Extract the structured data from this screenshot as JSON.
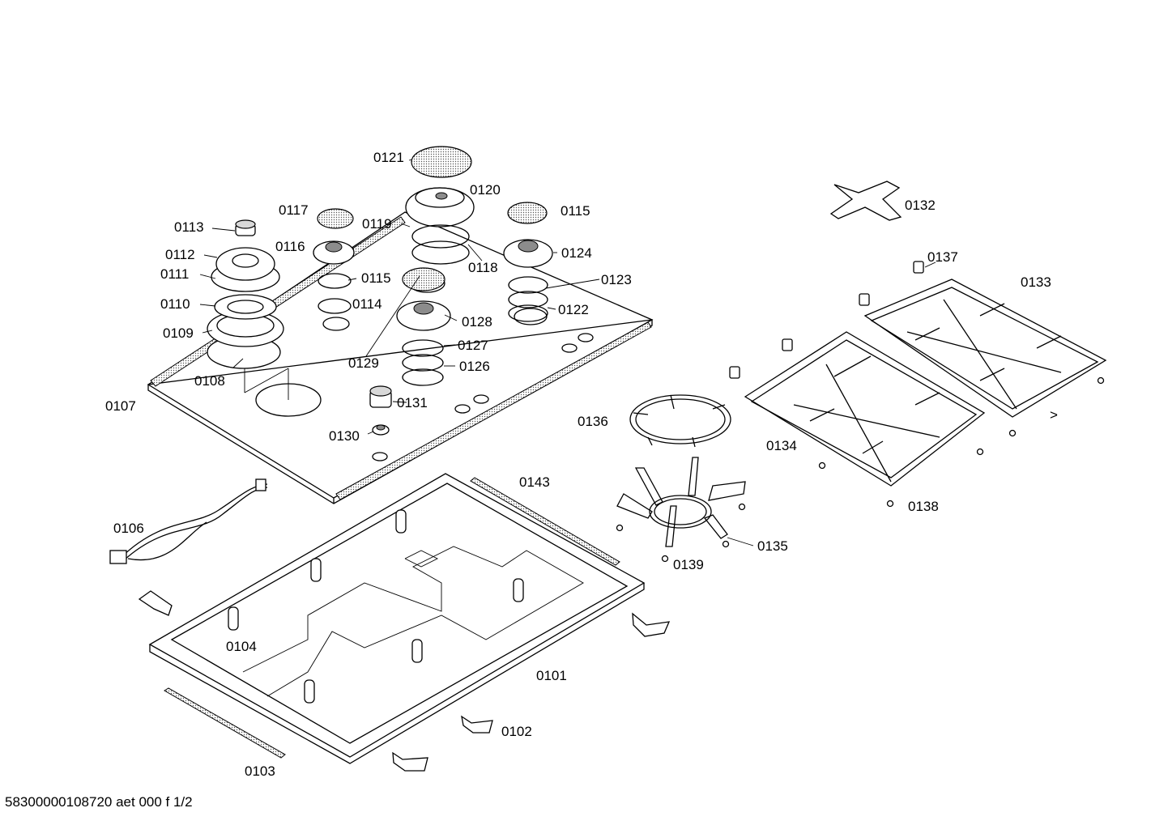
{
  "diagram": {
    "callouts": {
      "c0101": "0101",
      "c0102": "0102",
      "c0103": "0103",
      "c0104": "0104",
      "c0106": "0106",
      "c0107": "0107",
      "c0108": "0108",
      "c0109": "0109",
      "c0110": "0110",
      "c0111": "0111",
      "c0112": "0112",
      "c0113": "0113",
      "c0114": "0114",
      "c0115a": "0115",
      "c0115b": "0115",
      "c0116": "0116",
      "c0117": "0117",
      "c0118": "0118",
      "c0119": "0119",
      "c0120": "0120",
      "c0121": "0121",
      "c0122": "0122",
      "c0123": "0123",
      "c0124": "0124",
      "c0126": "0126",
      "c0127": "0127",
      "c0128": "0128",
      "c0129": "0129",
      "c0130": "0130",
      "c0131": "0131",
      "c0132": "0132",
      "c0133": "0133",
      "c0134": "0134",
      "c0135": "0135",
      "c0136": "0136",
      "c0137": "0137",
      "c0138": "0138",
      "c0139": "0139",
      "c0143": "0143"
    },
    "arrow_mark": ">",
    "footer": "58300000108720 aet 000 f 1/2"
  }
}
